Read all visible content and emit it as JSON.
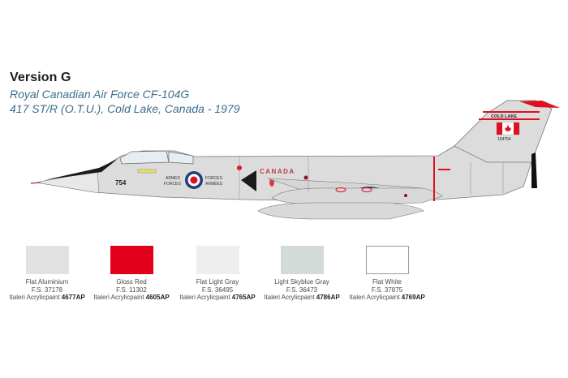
{
  "header": {
    "version": "Version G",
    "unit_line": "Royal Canadian Air Force CF-104G",
    "detail_line": "417 ST/R (O.T.U.), Cold Lake, Canada - 1979"
  },
  "aircraft": {
    "type": "CF-104G Starfighter profile",
    "nose_number": "754",
    "fuselage_text": "CANADA",
    "roundel_left_text": [
      "ARMED",
      "FORCES"
    ],
    "roundel_right_text": [
      "FORCES",
      "ARMÉES"
    ],
    "tail_text": "COLD LAKE",
    "tail_serial": "104754",
    "colors": {
      "body": "#dcdcdc",
      "red": "#e0101e",
      "roundel_blue": "#1f3e7a",
      "anti_glare": "#1a1a1a",
      "canopy": "#e6eef2"
    }
  },
  "paints": [
    {
      "name": "Flat Aluminium",
      "fs": "F.S. 37178",
      "brand": "Italeri Acrylicpaint",
      "code": "4677AP",
      "color": "#e2e2e2"
    },
    {
      "name": "Gloss Red",
      "fs": "F.S. 11302",
      "brand": "Italeri Acrylicpaint",
      "code": "4605AP",
      "color": "#e3001b"
    },
    {
      "name": "Flat Light Gray",
      "fs": "F.S. 36495",
      "brand": "Italeri Acrylicpaint",
      "code": "4765AP",
      "color": "#eeeeee"
    },
    {
      "name": "Light Skyblue Gray",
      "fs": "F.S. 36473",
      "brand": "Italeri Acrylicpaint",
      "code": "4786AP",
      "color": "#d3dbd9"
    },
    {
      "name": "Flat White",
      "fs": "F.S. 37875",
      "brand": "Italeri Acrylicpaint",
      "code": "4769AP",
      "color": "#ffffff"
    }
  ]
}
